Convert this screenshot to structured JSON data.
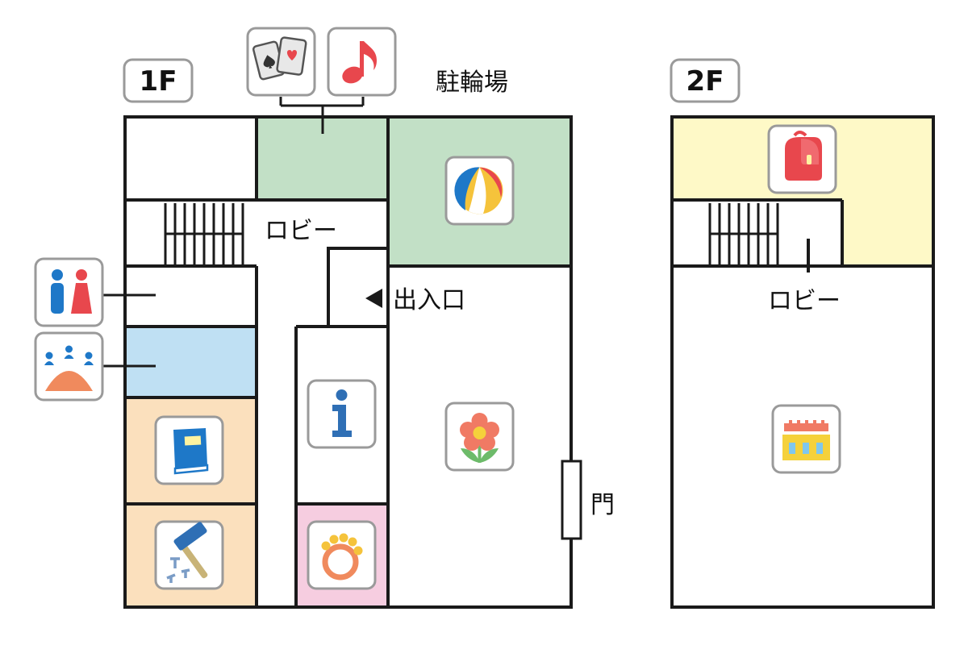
{
  "floors": {
    "first": {
      "label": "1F"
    },
    "second": {
      "label": "2F"
    }
  },
  "labels": {
    "bicycle_parking": "駐輪場",
    "lobby_1f": "ロビー",
    "entrance": "出入口",
    "gate": "門",
    "lobby_2f": "ロビー"
  },
  "colors": {
    "green_room": "#c2e0c6",
    "blue_room": "#bfe0f3",
    "peach_room": "#fbe0bd",
    "pink_room": "#f6cde0",
    "yellow_room": "#fef9c7",
    "wall": "#1a1a1a",
    "tile_border": "#9a9a9a"
  },
  "icons": [
    "playing-cards-icon",
    "music-note-icon",
    "beach-ball-icon",
    "restroom-icon",
    "audience-icon",
    "book-icon",
    "hammer-nails-icon",
    "information-icon",
    "flower-icon",
    "ring-toy-icon",
    "school-backpack-icon",
    "building-icon"
  ]
}
